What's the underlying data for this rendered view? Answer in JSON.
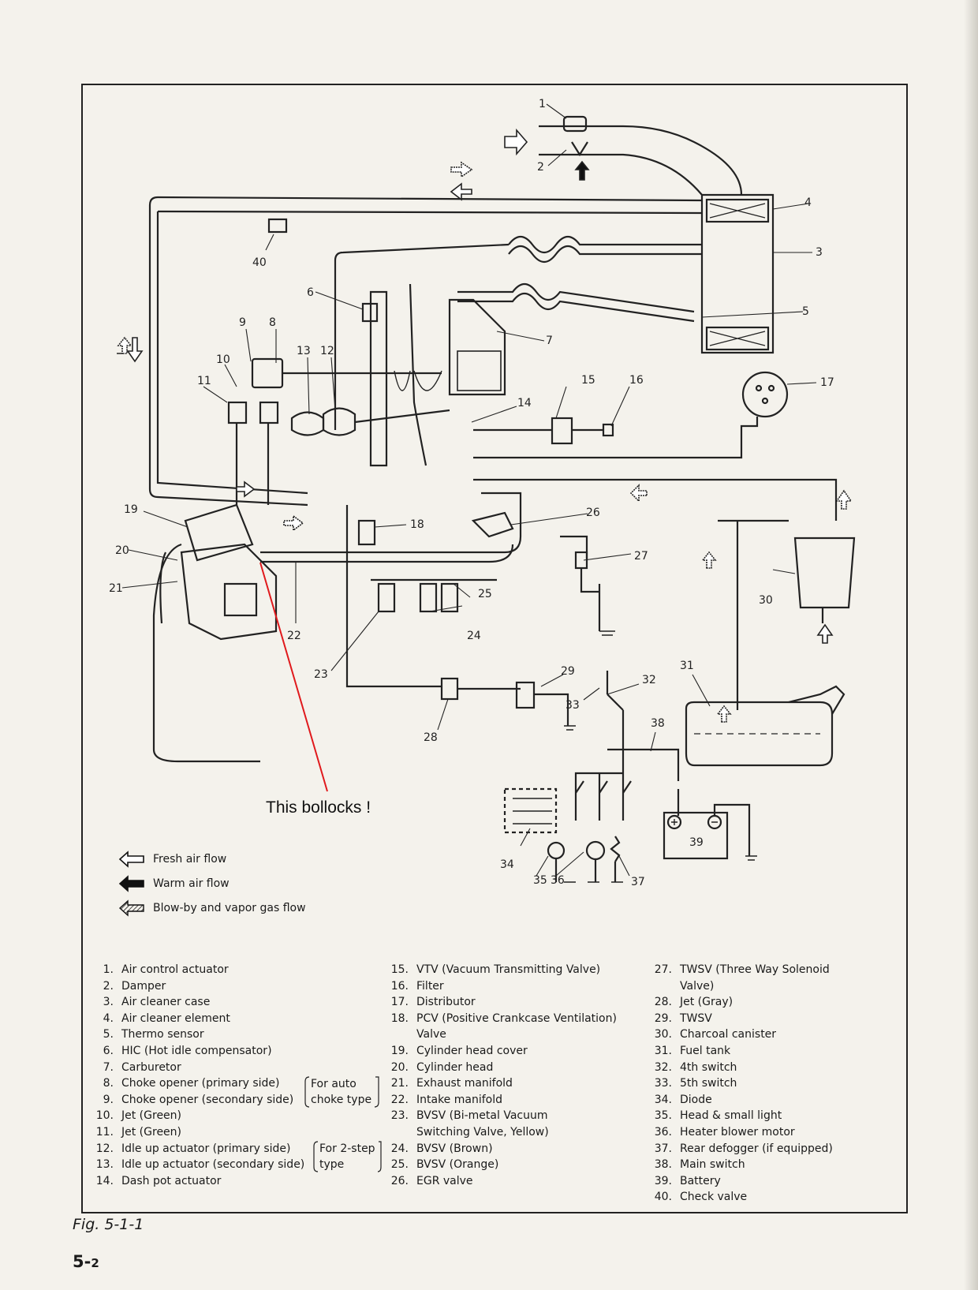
{
  "annotation": "This bollocks !",
  "legend": [
    {
      "icon": "hollow-arrow-icon",
      "label": "Fresh air flow"
    },
    {
      "icon": "solid-arrow-icon",
      "label": "Warm air flow"
    },
    {
      "icon": "hatched-arrow-icon",
      "label": "Blow-by and vapor gas flow"
    }
  ],
  "parts_col1": [
    {
      "n": "1.",
      "t": "Air control actuator"
    },
    {
      "n": "2.",
      "t": "Damper"
    },
    {
      "n": "3.",
      "t": "Air cleaner case"
    },
    {
      "n": "4.",
      "t": "Air cleaner element"
    },
    {
      "n": "5.",
      "t": "Thermo sensor"
    },
    {
      "n": "6.",
      "t": "HIC (Hot idle compensator)"
    },
    {
      "n": "7.",
      "t": "Carburetor"
    },
    {
      "n": "8.",
      "t": "Choke opener (primary side)"
    },
    {
      "n": "9.",
      "t": "Choke opener (secondary side)"
    },
    {
      "n": "10.",
      "t": "Jet (Green)"
    },
    {
      "n": "11.",
      "t": "Jet (Green)"
    },
    {
      "n": "12.",
      "t": "Idle up actuator (primary side)"
    },
    {
      "n": "13.",
      "t": "Idle up actuator (secondary side)"
    },
    {
      "n": "14.",
      "t": "Dash pot actuator"
    }
  ],
  "brace1": "For auto\nchoke type",
  "brace2": "For 2-step\ntype",
  "parts_col2": [
    {
      "n": "15.",
      "t": "VTV (Vacuum Transmitting Valve)"
    },
    {
      "n": "16.",
      "t": "Filter"
    },
    {
      "n": "17.",
      "t": "Distributor"
    },
    {
      "n": "18.",
      "t": "PCV (Positive Crankcase Ventilation)\nValve"
    },
    {
      "n": "19.",
      "t": "Cylinder head cover"
    },
    {
      "n": "20.",
      "t": "Cylinder head"
    },
    {
      "n": "21.",
      "t": "Exhaust manifold"
    },
    {
      "n": "22.",
      "t": "Intake manifold"
    },
    {
      "n": "23.",
      "t": "BVSV (Bi-metal Vacuum\nSwitching Valve, Yellow)"
    },
    {
      "n": "24.",
      "t": "BVSV (Brown)"
    },
    {
      "n": "25.",
      "t": "BVSV (Orange)"
    },
    {
      "n": "26.",
      "t": "EGR valve"
    }
  ],
  "parts_col3": [
    {
      "n": "27.",
      "t": "TWSV (Three Way Solenoid\nValve)"
    },
    {
      "n": "28.",
      "t": "Jet (Gray)"
    },
    {
      "n": "29.",
      "t": "TWSV"
    },
    {
      "n": "30.",
      "t": "Charcoal canister"
    },
    {
      "n": "31.",
      "t": "Fuel tank"
    },
    {
      "n": "32.",
      "t": "4th switch"
    },
    {
      "n": "33.",
      "t": "5th switch"
    },
    {
      "n": "34.",
      "t": "Diode"
    },
    {
      "n": "35.",
      "t": "Head & small light"
    },
    {
      "n": "36.",
      "t": "Heater blower motor"
    },
    {
      "n": "37.",
      "t": "Rear defogger (if equipped)"
    },
    {
      "n": "38.",
      "t": "Main switch"
    },
    {
      "n": "39.",
      "t": "Battery"
    },
    {
      "n": "40.",
      "t": "Check valve"
    }
  ],
  "callouts": [
    "1",
    "2",
    "3",
    "4",
    "5",
    "6",
    "7",
    "8",
    "9",
    "10",
    "11",
    "12",
    "13",
    "14",
    "15",
    "16",
    "17",
    "18",
    "19",
    "20",
    "21",
    "22",
    "23",
    "24",
    "25",
    "26",
    "27",
    "28",
    "29",
    "30",
    "31",
    "32",
    "33",
    "34",
    "35",
    "36",
    "37",
    "38",
    "39",
    "40"
  ],
  "caption": "Fig. 5-1-1",
  "page_number_main": "5-",
  "page_number_sub": "2",
  "annotation_color": "#e0191c"
}
